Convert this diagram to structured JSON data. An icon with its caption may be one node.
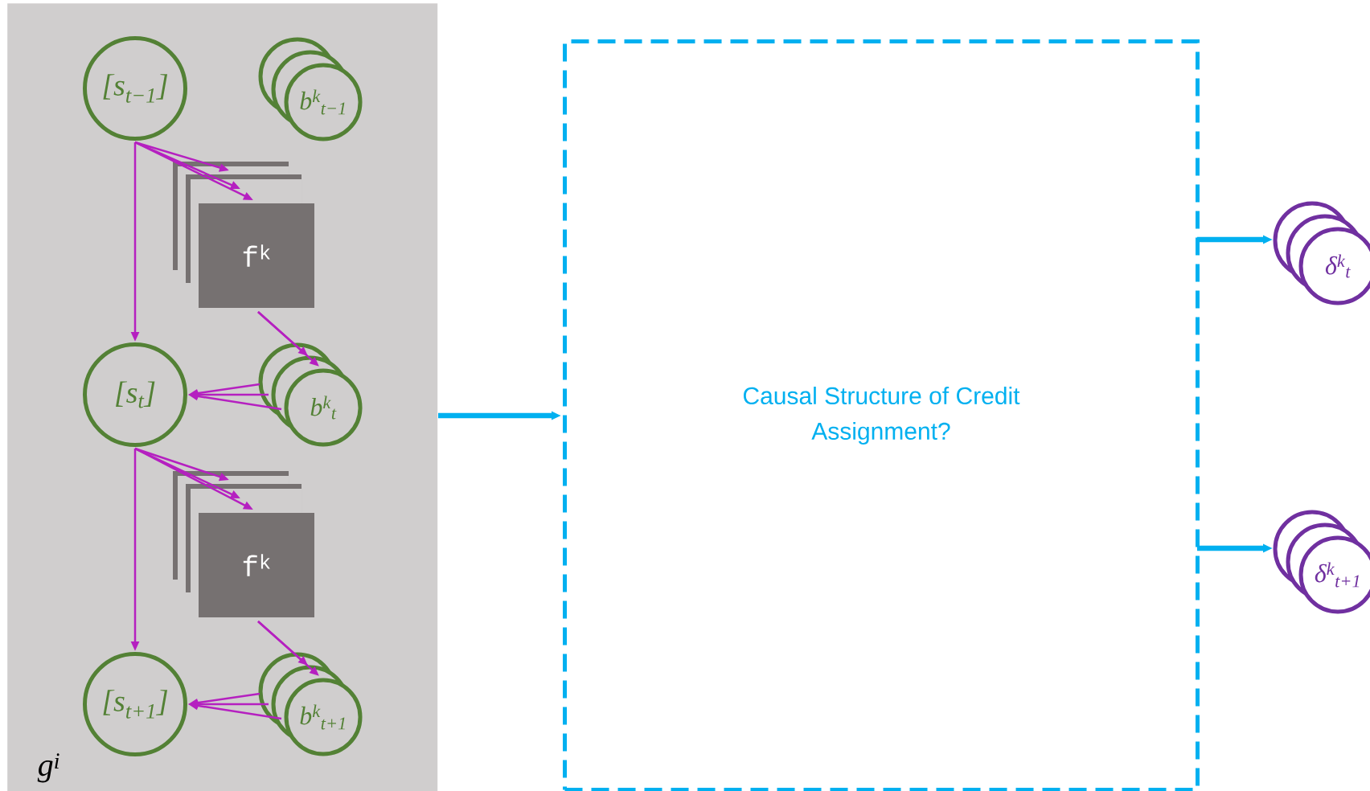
{
  "diagram": {
    "nodes": [
      {
        "text": [
          "g$^{i}$"
        ]
      },
      {
        "text": [
          "[s$_{t−1}$]"
        ],
        "in": 0
      },
      {
        "text": [
          "b$^{k}$$_{t−1}$"
        ],
        "in": 0
      },
      {
        "text": [
          "f$^{k}$"
        ],
        "in": 0
      },
      {
        "text": [
          "[s$_{t}$]"
        ],
        "in": 0
      },
      {
        "text": [
          "b$^{k}$$_{t}$"
        ],
        "in": 0
      },
      {
        "text": [
          "f$^{k}$"
        ],
        "in": 0
      },
      {
        "text": [
          "[s$_{t+1}$]"
        ],
        "in": 0
      },
      {
        "text": [
          "b$^{k}$$_{t+1}$"
        ],
        "in": 0
      },
      {
        "text": [
          "Causal Structure of Credit Assignment?"
        ]
      },
      {
        "text": [
          "δ$^{k}$$_{t}$"
        ]
      },
      {
        "text": [
          "δ$^{k}$$_{t+1}$"
        ]
      }
    ],
    "edges": [
      {
        "from": 1,
        "to": 4,
        "arrow": "to"
      },
      {
        "from": 1,
        "to": 3,
        "arrow": "to"
      },
      {
        "from": 3,
        "to": 5,
        "arrow": "to"
      },
      {
        "from": 5,
        "to": 4,
        "arrow": "to"
      },
      {
        "from": 4,
        "to": 7,
        "arrow": "to"
      },
      {
        "from": 4,
        "to": 6,
        "arrow": "to"
      },
      {
        "from": 6,
        "to": 8,
        "arrow": "to"
      },
      {
        "from": 8,
        "to": 7,
        "arrow": "to"
      },
      {
        "from": 0,
        "to": 9,
        "arrow": "to",
        "style": "thick",
        "color": "#00b0f0"
      },
      {
        "from": 9,
        "to": 10,
        "arrow": "to",
        "style": "thick",
        "color": "#00b0f0"
      },
      {
        "from": 9,
        "to": 11,
        "arrow": "to",
        "style": "thick",
        "color": "#00b0f0"
      }
    ]
  }
}
